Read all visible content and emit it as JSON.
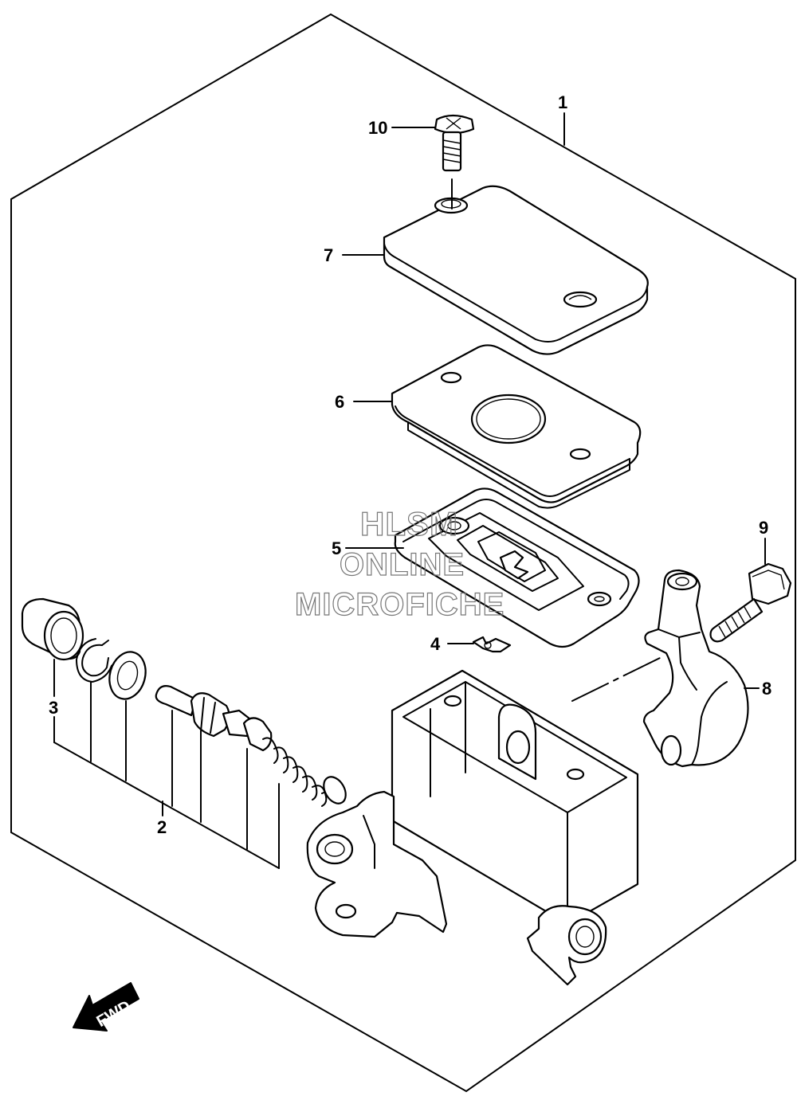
{
  "callouts": {
    "c1": "1",
    "c2": "2",
    "c3": "3",
    "c4": "4",
    "c5": "5",
    "c6": "6",
    "c7": "7",
    "c8": "8",
    "c9": "9",
    "c10": "10"
  },
  "watermark": {
    "line1": "HLSM",
    "line2": "ONLINE",
    "line3": "MICROFICHE"
  },
  "fwd": {
    "label": "FWD"
  }
}
